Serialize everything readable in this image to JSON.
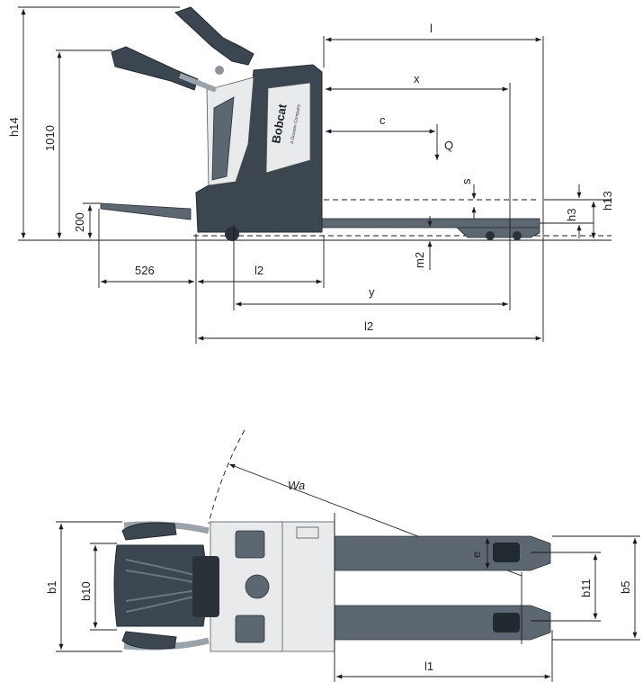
{
  "brand": {
    "name": "Bobcat",
    "tagline": "A Doosan Company"
  },
  "side_view": {
    "labels": {
      "l": "l",
      "x": "x",
      "c": "c",
      "q": "Q",
      "s": "s",
      "h13": "h13",
      "h3": "h3",
      "m2": "m2",
      "h14": "h14",
      "d1010": "1010",
      "d200": "200",
      "d526": "526",
      "l2_short": "l2",
      "y": "y",
      "l2_long": "l2"
    }
  },
  "top_view": {
    "labels": {
      "wa": "Wa",
      "e": "e",
      "b1": "b1",
      "b10": "b10",
      "b11": "b11",
      "b5": "b5",
      "l1": "l1"
    }
  },
  "colors": {
    "body": "#3c4650",
    "panel": "#e8eaec",
    "line": "#1a1a1a"
  }
}
